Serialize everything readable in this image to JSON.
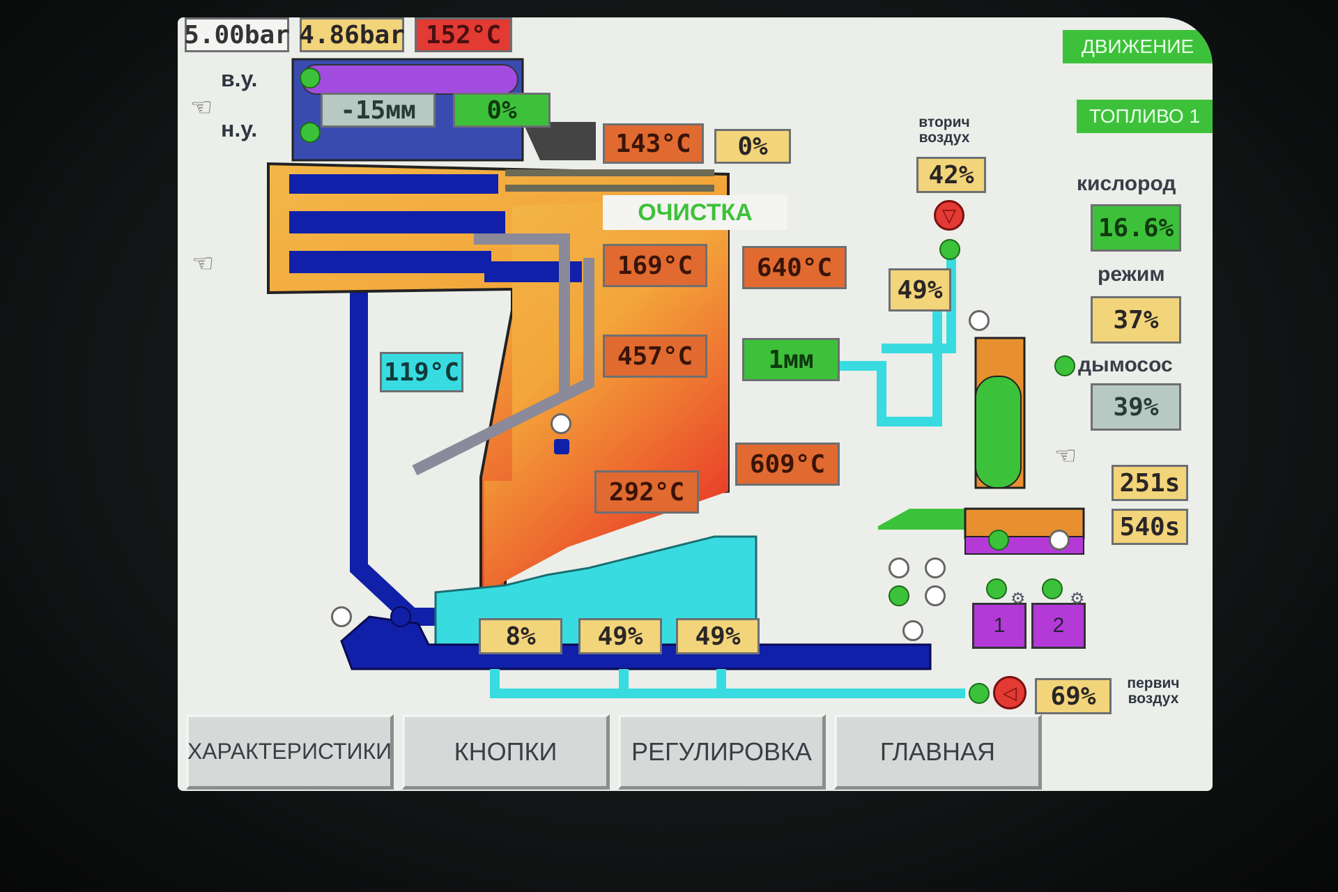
{
  "top": {
    "pressure_set": "5.00bar",
    "pressure": "4.86bar",
    "steam_temp": "152°C"
  },
  "status": {
    "motion": "ДВИЖЕНИЕ",
    "fuel": "ТОПЛИВО 1"
  },
  "drum": {
    "high_level_label": "в.у.",
    "low_level_label": "н.у.",
    "level": "-15мм",
    "valve": "0%"
  },
  "economizer": {
    "temp": "143°C",
    "value": "0%"
  },
  "cleaning_label": "ОЧИСТКА",
  "secondary_air": {
    "label_line1": "вторич",
    "label_line2": "воздух",
    "value": "42%",
    "damper": "49%"
  },
  "oxygen": {
    "label": "кислород",
    "value": "16.6%"
  },
  "mode": {
    "label": "режим",
    "value": "37%"
  },
  "exhaust_fan": {
    "label": "дымосос",
    "value": "39%"
  },
  "furnace": {
    "t1": "169°C",
    "t2": "640°C",
    "t3": "457°C",
    "depth": "1мм",
    "t4": "609°C",
    "t5": "292°C"
  },
  "return_water": "119°C",
  "timers": {
    "t1": "251s",
    "t2": "540s"
  },
  "feeders": {
    "f1": "1",
    "f2": "2"
  },
  "grate": {
    "z1": "8%",
    "z2": "49%",
    "z3": "49%"
  },
  "primary_air": {
    "value": "69%",
    "label_line1": "первич",
    "label_line2": "воздух"
  },
  "nav": {
    "characteristics": "ХАРАКТЕРИСТИКИ",
    "buttons": "КНОПКИ",
    "regulation": "РЕГУЛИРОВКА",
    "main": "ГЛАВНАЯ"
  },
  "colors": {
    "furnace": "#f0a43a",
    "water": "#1020a8",
    "air": "#38dce0",
    "status_green": "#3ec13a",
    "alarm_red": "#e33a33"
  }
}
